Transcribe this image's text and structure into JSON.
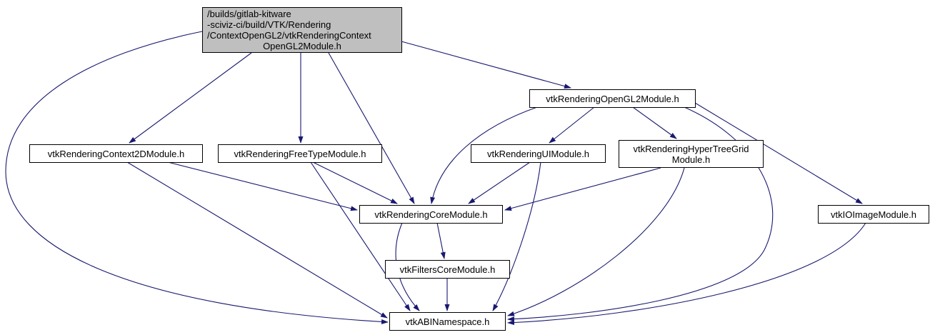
{
  "diagram": {
    "type": "include-dependency-graph",
    "edge_color": "#191970",
    "node_border_color": "#000000",
    "main_node_bg": "#bfbfbf",
    "nodes": {
      "main": {
        "label_lines": [
          "/builds/gitlab-kitware",
          "-sciviz-ci/build/VTK/Rendering",
          "/ContextOpenGL2/vtkRenderingContext",
          "OpenGL2Module.h"
        ]
      },
      "rendering_opengl2": {
        "label": "vtkRenderingOpenGL2Module.h"
      },
      "rendering_context2d": {
        "label": "vtkRenderingContext2DModule.h"
      },
      "rendering_freetype": {
        "label": "vtkRenderingFreeTypeModule.h"
      },
      "rendering_ui": {
        "label": "vtkRenderingUIModule.h"
      },
      "rendering_hypertreegrid": {
        "label": "vtkRenderingHyperTreeGrid\nModule.h"
      },
      "rendering_core": {
        "label": "vtkRenderingCoreModule.h"
      },
      "io_image": {
        "label": "vtkIOImageModule.h"
      },
      "filters_core": {
        "label": "vtkFiltersCoreModule.h"
      },
      "abi_namespace": {
        "label": "vtkABINamespace.h"
      }
    },
    "edges": [
      {
        "from": "main",
        "to": "rendering_context2d"
      },
      {
        "from": "main",
        "to": "rendering_freetype"
      },
      {
        "from": "main",
        "to": "rendering_opengl2"
      },
      {
        "from": "main",
        "to": "rendering_core"
      },
      {
        "from": "main",
        "to": "abi_namespace"
      },
      {
        "from": "rendering_opengl2",
        "to": "rendering_ui"
      },
      {
        "from": "rendering_opengl2",
        "to": "rendering_hypertreegrid"
      },
      {
        "from": "rendering_opengl2",
        "to": "rendering_core"
      },
      {
        "from": "rendering_opengl2",
        "to": "io_image"
      },
      {
        "from": "rendering_opengl2",
        "to": "abi_namespace"
      },
      {
        "from": "rendering_context2d",
        "to": "rendering_core"
      },
      {
        "from": "rendering_context2d",
        "to": "abi_namespace"
      },
      {
        "from": "rendering_freetype",
        "to": "rendering_core"
      },
      {
        "from": "rendering_freetype",
        "to": "abi_namespace"
      },
      {
        "from": "rendering_ui",
        "to": "rendering_core"
      },
      {
        "from": "rendering_ui",
        "to": "abi_namespace"
      },
      {
        "from": "rendering_hypertreegrid",
        "to": "rendering_core"
      },
      {
        "from": "rendering_hypertreegrid",
        "to": "abi_namespace"
      },
      {
        "from": "rendering_core",
        "to": "filters_core"
      },
      {
        "from": "rendering_core",
        "to": "abi_namespace"
      },
      {
        "from": "filters_core",
        "to": "abi_namespace"
      },
      {
        "from": "io_image",
        "to": "abi_namespace"
      }
    ]
  }
}
